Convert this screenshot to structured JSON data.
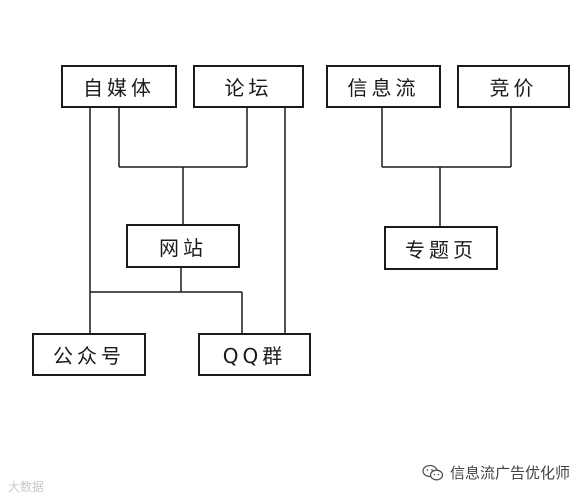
{
  "nodes": {
    "zimeiti": "自媒体",
    "luntan": "论坛",
    "xinxiliu": "信息流",
    "jingjia": "竞价",
    "wangzhan": "网站",
    "zhuantiye": "专题页",
    "gongzhonghao": "公众号",
    "qqqun": "QQ群"
  },
  "watermarks": {
    "left": "大数据",
    "right": "信息流广告优化师",
    "icon": "wechat-icon"
  },
  "colors": {
    "line": "#1a1a1a",
    "watermark": "#c8c8c8"
  }
}
